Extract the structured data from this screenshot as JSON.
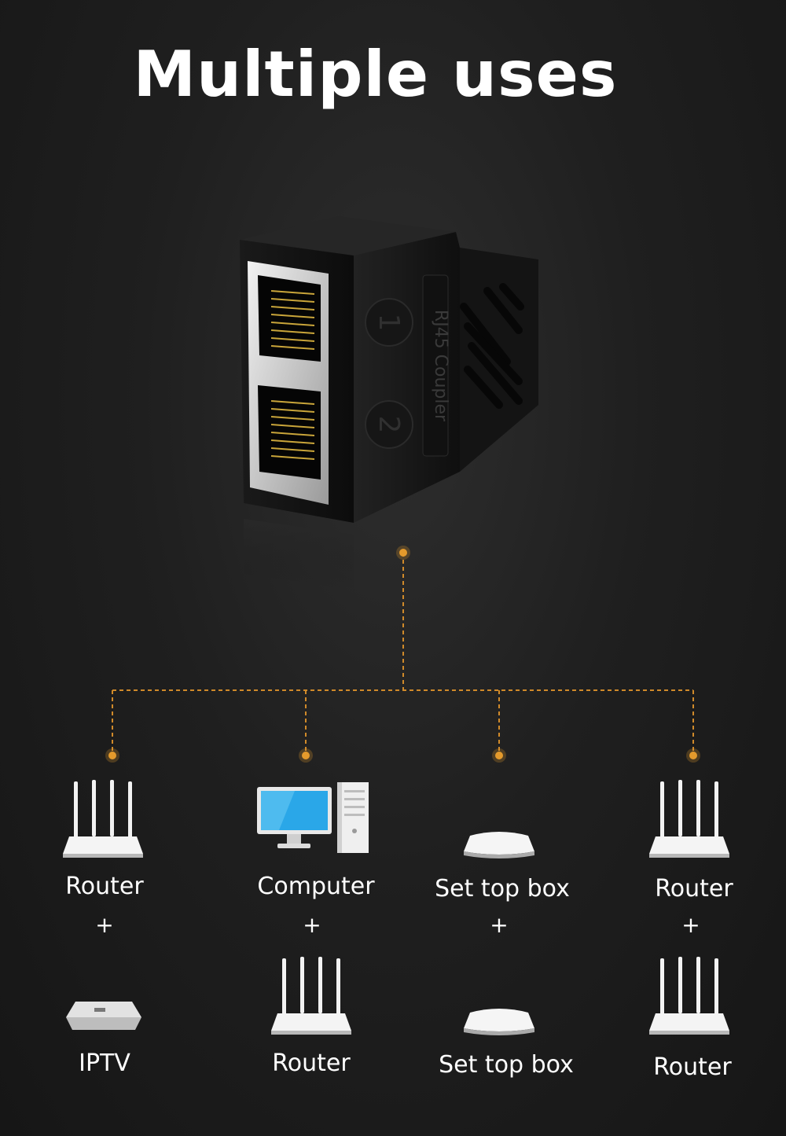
{
  "title": "Multiple uses",
  "product": {
    "name": "RJ45 Coupler",
    "port_1": "1",
    "port_2": "2",
    "accent_color": "#e49a2c"
  },
  "columns": [
    {
      "top_device": "Router",
      "plus": "+",
      "bottom_device": "IPTV",
      "top_icon": "router-icon",
      "bottom_icon": "iptv-box-icon"
    },
    {
      "top_device": "Computer",
      "plus": "+",
      "bottom_device": "Router",
      "top_icon": "computer-icon",
      "bottom_icon": "router-icon"
    },
    {
      "top_device": "Set top box",
      "plus": "+",
      "bottom_device": "Set top box",
      "top_icon": "set-top-box-icon",
      "bottom_icon": "set-top-box-icon"
    },
    {
      "top_device": "Router",
      "plus": "+",
      "bottom_device": "Router",
      "top_icon": "router-icon",
      "bottom_icon": "router-icon"
    }
  ]
}
